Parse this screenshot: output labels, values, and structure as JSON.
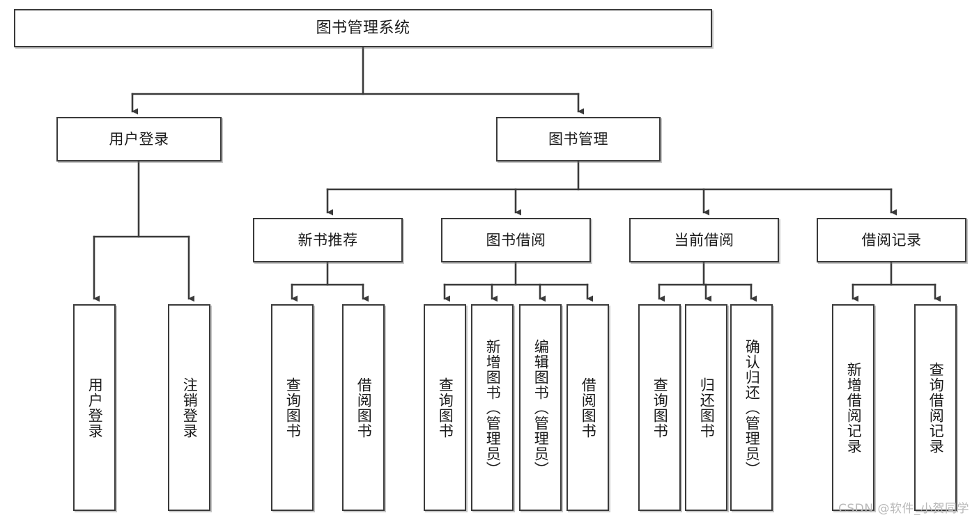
{
  "diagram": {
    "type": "tree-hierarchy-flowchart",
    "title_node": {
      "label": "图书管理系统"
    },
    "level2": [
      {
        "id": "user-login",
        "label": "用户登录"
      },
      {
        "id": "book-manage",
        "label": "图书管理"
      }
    ],
    "level3": [
      {
        "id": "new-book-recommend",
        "label": "新书推荐",
        "parent": "book-manage"
      },
      {
        "id": "book-borrow",
        "label": "图书借阅",
        "parent": "book-manage"
      },
      {
        "id": "current-borrow",
        "label": "当前借阅",
        "parent": "book-manage"
      },
      {
        "id": "borrow-record",
        "label": "借阅记录",
        "parent": "book-manage"
      }
    ],
    "leaves": {
      "user-login": [
        {
          "id": "leaf-user-login",
          "label": "用户登录"
        },
        {
          "id": "leaf-user-logout",
          "label": "注销登录"
        }
      ],
      "new-book-recommend": [
        {
          "id": "leaf-query-book-1",
          "label": "查询图书"
        },
        {
          "id": "leaf-borrow-book-1",
          "label": "借阅图书"
        }
      ],
      "book-borrow": [
        {
          "id": "leaf-query-book-2",
          "label": "查询图书"
        },
        {
          "id": "leaf-add-book",
          "label": "新增图书（管理员）"
        },
        {
          "id": "leaf-edit-book",
          "label": "编辑图书（管理员）"
        },
        {
          "id": "leaf-borrow-book-2",
          "label": "借阅图书"
        }
      ],
      "current-borrow": [
        {
          "id": "leaf-query-book-3",
          "label": "查询图书"
        },
        {
          "id": "leaf-return-book",
          "label": "归还图书"
        },
        {
          "id": "leaf-confirm-return",
          "label": "确认归还（管理员）"
        }
      ],
      "borrow-record": [
        {
          "id": "leaf-add-record",
          "label": "新增借阅记录"
        },
        {
          "id": "leaf-query-record",
          "label": "查询借阅记录"
        }
      ]
    }
  },
  "watermark": {
    "text": "CSDN @软件_小贺同学"
  },
  "colors": {
    "stroke": "#3a3a3a",
    "text": "#1b1b1b",
    "background": "#ffffff",
    "watermark": "#b9b9b9"
  }
}
